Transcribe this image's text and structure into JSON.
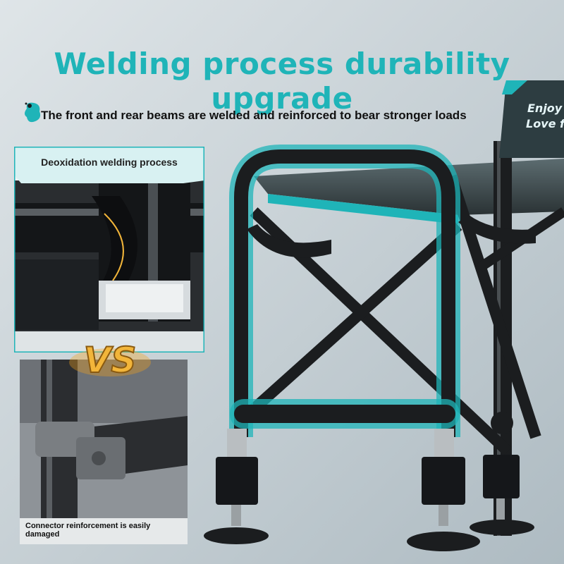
{
  "colors": {
    "accent": "#1fb4b8",
    "frame": "#1b1d1f",
    "background": "#c9d3d8",
    "vs_gold": "#f2b53a"
  },
  "headline": {
    "title": "Welding process durability upgrade"
  },
  "subheadline": {
    "text": "The front and rear beams are welded and reinforced to bear stronger loads"
  },
  "comparison": {
    "good_label": "Deoxidation welding process",
    "vs_text": "VS",
    "bad_label": "Connector reinforcement is easily damaged"
  },
  "backrest": {
    "line1": "Enjoy f",
    "line2": "Love fis"
  },
  "icons": {
    "bullet": "brush-splash-icon"
  }
}
